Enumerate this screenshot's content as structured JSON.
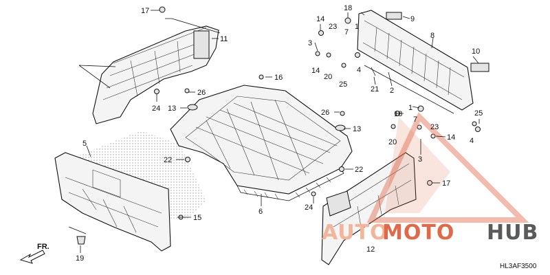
{
  "diagram_code": "HL3AF3500",
  "front_arrow_label": "FR.",
  "watermark": {
    "part1": "AUTO",
    "part2": "MOTO",
    "part3": "HUB",
    "color_light": "#f3b59a",
    "color_dark": "#e0694a",
    "color_hub": "#5a5a5a"
  },
  "callouts": [
    {
      "id": "c17a",
      "label": "17"
    },
    {
      "id": "c11",
      "label": "11"
    },
    {
      "id": "c24a",
      "label": "24"
    },
    {
      "id": "c26a",
      "label": "26"
    },
    {
      "id": "c13a",
      "label": "13"
    },
    {
      "id": "c16",
      "label": "16"
    },
    {
      "id": "c5",
      "label": "5"
    },
    {
      "id": "c22a",
      "label": "22"
    },
    {
      "id": "c15",
      "label": "15"
    },
    {
      "id": "c19",
      "label": "19"
    },
    {
      "id": "c6",
      "label": "6"
    },
    {
      "id": "c14a",
      "label": "14"
    },
    {
      "id": "c18a",
      "label": "18"
    },
    {
      "id": "c23a",
      "label": "23"
    },
    {
      "id": "c1a",
      "label": "1"
    },
    {
      "id": "c3a",
      "label": "3"
    },
    {
      "id": "c7a",
      "label": "7"
    },
    {
      "id": "c14b",
      "label": "14"
    },
    {
      "id": "c20a",
      "label": "20"
    },
    {
      "id": "c4a",
      "label": "4"
    },
    {
      "id": "c25a",
      "label": "25"
    },
    {
      "id": "c9",
      "label": "9"
    },
    {
      "id": "c8",
      "label": "8"
    },
    {
      "id": "c10",
      "label": "10"
    },
    {
      "id": "c21",
      "label": "21"
    },
    {
      "id": "c2",
      "label": "2"
    },
    {
      "id": "c26b",
      "label": "26"
    },
    {
      "id": "c13b",
      "label": "13"
    },
    {
      "id": "c22b",
      "label": "22"
    },
    {
      "id": "c24b",
      "label": "24"
    },
    {
      "id": "c18b",
      "label": "18"
    },
    {
      "id": "c1b",
      "label": "1"
    },
    {
      "id": "c7b",
      "label": "7"
    },
    {
      "id": "c23b",
      "label": "23"
    },
    {
      "id": "c14c",
      "label": "14"
    },
    {
      "id": "c20b",
      "label": "20"
    },
    {
      "id": "c3b",
      "label": "3"
    },
    {
      "id": "c25b",
      "label": "25"
    },
    {
      "id": "c4b",
      "label": "4"
    },
    {
      "id": "c17b",
      "label": "17"
    },
    {
      "id": "c12",
      "label": "12"
    }
  ]
}
